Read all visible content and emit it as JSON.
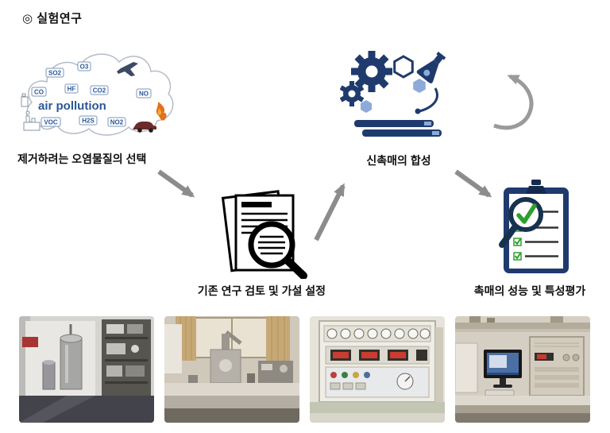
{
  "heading": "◎ 실험연구",
  "cloud": {
    "title": "air pollution",
    "chemicals": [
      "SO2",
      "O3",
      "CO",
      "HF",
      "CO2",
      "NO",
      "VOC",
      "H2S",
      "NO2"
    ]
  },
  "steps": {
    "select": "제거하려는 오염물질의 선택",
    "review": "기존 연구 검토 및 가설 설정",
    "synthesis": "신촉매의 합성",
    "evaluation": "촉매의 성능 및 특성평가"
  },
  "icons": {
    "cloud": "air-pollution-cloud-icon",
    "document": "document-magnifier-icon",
    "synthesis": "catalyst-synthesis-icon",
    "evaluation": "checklist-magnifier-icon",
    "cycle": "cycle-arrow-icon"
  },
  "photos": [
    {
      "name": "reactor-lab-photo"
    },
    {
      "name": "bench-lab-photo"
    },
    {
      "name": "control-panel-photo"
    },
    {
      "name": "computer-station-photo"
    }
  ],
  "colors": {
    "navy": "#1f3b6e",
    "light_blue": "#8eaadb",
    "check_green": "#2ca02c",
    "arrow_gray": "#8c8c8c",
    "pollution_blue": "#2b5797"
  }
}
